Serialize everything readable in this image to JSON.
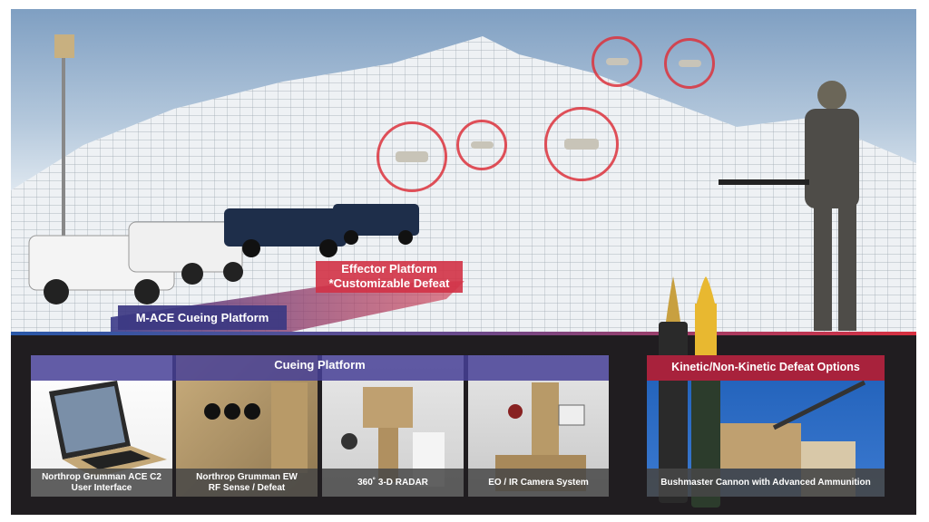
{
  "scene": {
    "cueing_label": "M-ACE Cueing Platform",
    "effector_label_line1": "Effector Platform",
    "effector_label_line2": "*Customizable Defeat"
  },
  "cueing_section": {
    "title": "Cueing Platform",
    "panels": [
      {
        "line1": "Northrop Grumman ACE C2",
        "line2": "User Interface"
      },
      {
        "line1": "Northrop Grumman EW",
        "line2": "RF Sense / Defeat"
      },
      {
        "line1": "360˚ 3-D RADAR",
        "line2": ""
      },
      {
        "line1": "EO / IR Camera System",
        "line2": ""
      }
    ]
  },
  "defeat_section": {
    "title": "Kinetic/Non-Kinetic Defeat Options",
    "caption": "Bushmaster Cannon with Advanced Ammunition"
  },
  "colors": {
    "cueing": "#463f96",
    "effector": "#d23246",
    "panel_bg": "#201d20"
  }
}
